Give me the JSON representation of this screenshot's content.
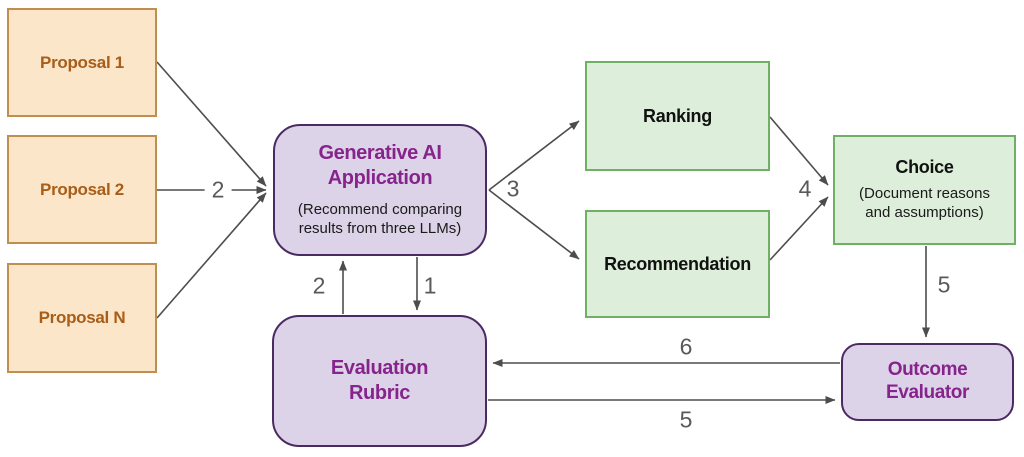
{
  "diagram": {
    "nodes": {
      "proposal1": {
        "label": "Proposal 1"
      },
      "proposal2": {
        "label": "Proposal 2"
      },
      "proposalN": {
        "label": "Proposal N"
      },
      "gen_ai": {
        "title": "Generative AI\nApplication",
        "subtitle": "(Recommend comparing\nresults from three LLMs)"
      },
      "ranking": {
        "label": "Ranking"
      },
      "recommendation": {
        "label": "Recommendation"
      },
      "choice": {
        "title": "Choice",
        "subtitle": "(Document reasons\nand assumptions)"
      },
      "evaluation_rubric": {
        "title": "Evaluation\nRubric"
      },
      "outcome_evaluator": {
        "title": "Outcome\nEvaluator"
      }
    },
    "edge_labels": {
      "proposals_to_genai": "2",
      "genai_to_outputs": "3",
      "outputs_to_choice": "4",
      "choice_to_evaluator": "5",
      "evaluator_to_rubric": "6",
      "rubric_to_evaluator": "5",
      "rubric_to_genai": "2",
      "genai_to_rubric": "1"
    },
    "colors": {
      "background": "#ffffff",
      "proposal_fill": "#fbe6c9",
      "proposal_border": "#c08f4f",
      "proposal_text": "#a85d18",
      "purple_fill": "#ddd3e8",
      "purple_border": "#4b2a63",
      "purple_text": "#86248c",
      "green_fill": "#ddeeda",
      "green_border": "#6fb064",
      "green_text": "#111111",
      "arrow": "#4d4d4d",
      "edge_label_text": "#595959"
    }
  }
}
